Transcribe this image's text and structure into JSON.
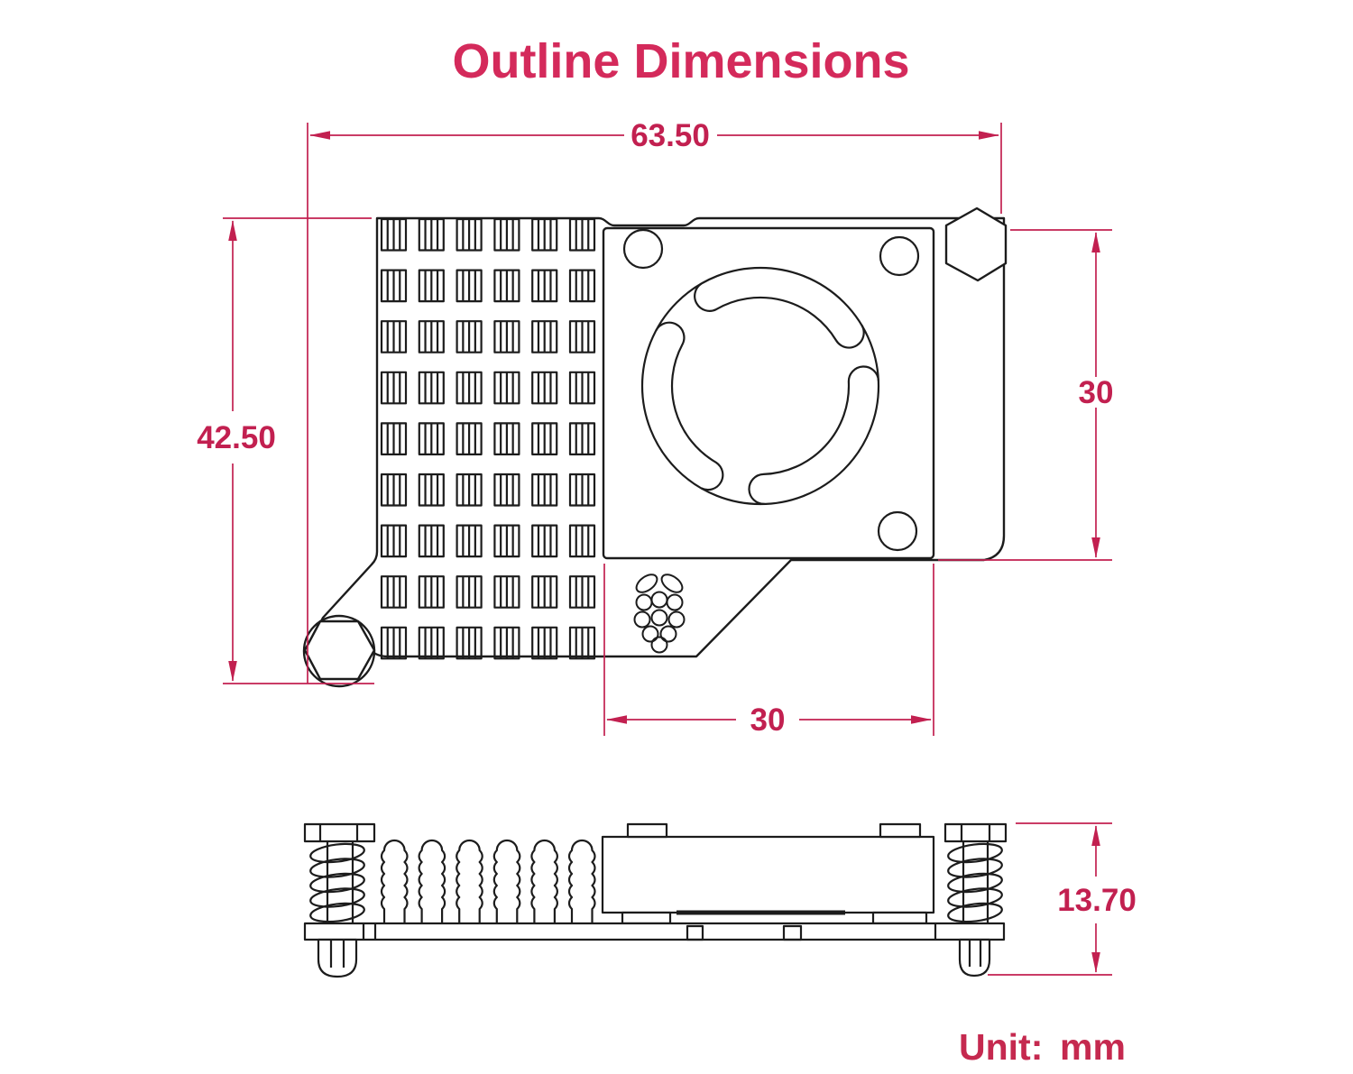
{
  "title": "Outline Dimensions",
  "unit": {
    "label": "Unit:",
    "value": "mm"
  },
  "dimensions": {
    "overall_width": "63.50",
    "overall_height": "42.50",
    "fan_square_height": "30",
    "fan_square_width": "30",
    "side_total_height": "13.70"
  },
  "colors": {
    "title": "#d42a5b",
    "dimension": "#c22050",
    "line": "#1c1c1c"
  },
  "figure": {
    "top_view": "heatsink with 6x9 fin grid, fan plate with 3 arc slots, 3 screw holes, 2 hex push pins, raspberry logo",
    "side_view": "2 spring push pins, 6 wavy fins, fan housing with tabs, base plate"
  }
}
